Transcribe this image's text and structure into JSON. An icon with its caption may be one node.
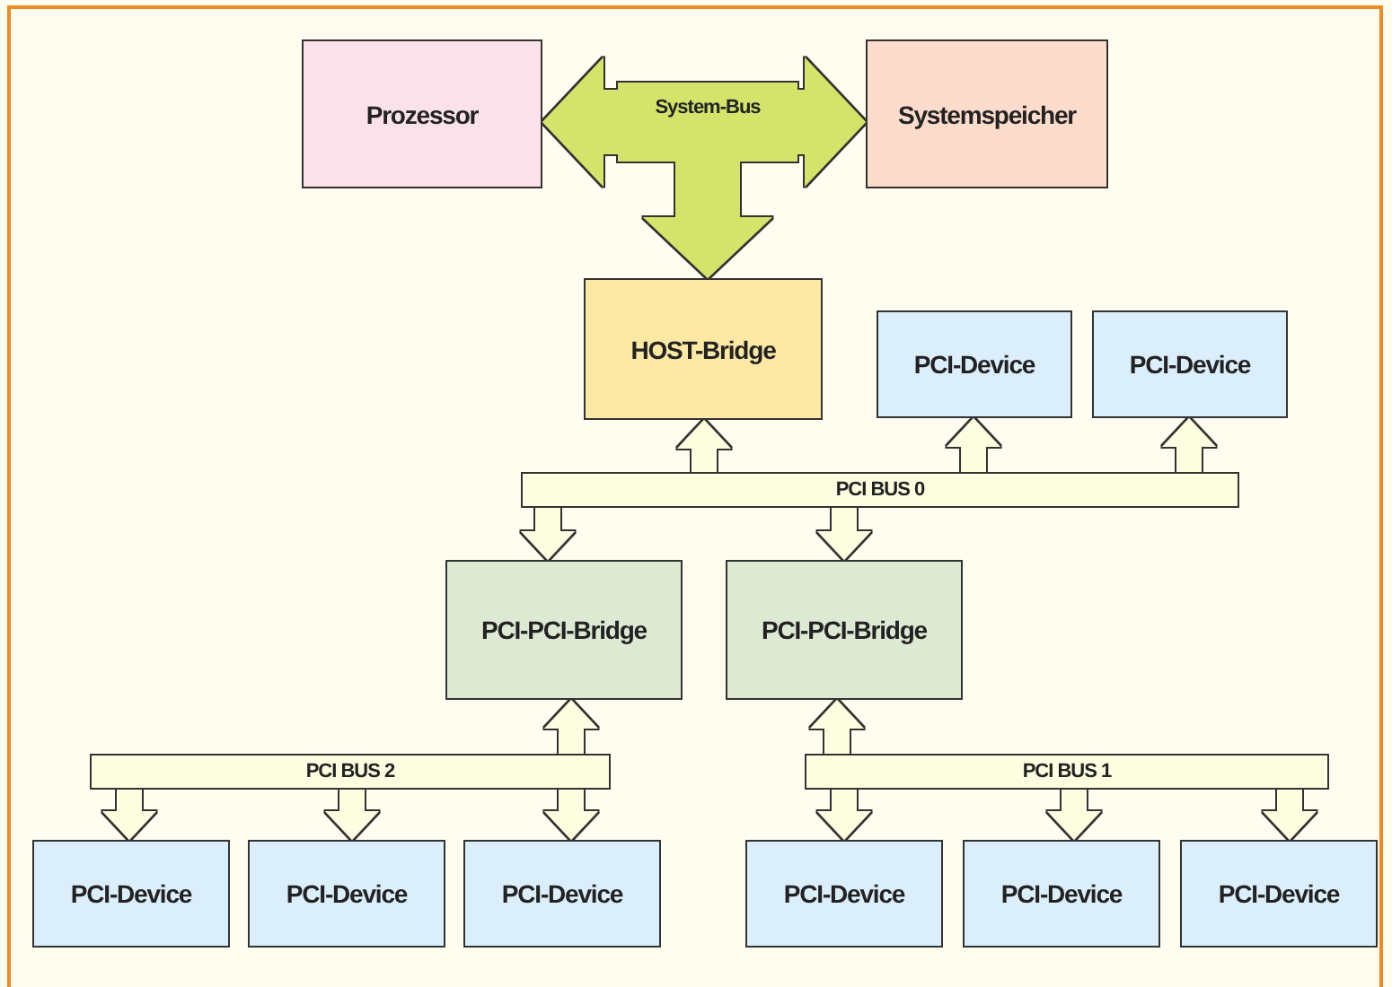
{
  "diagram": {
    "nodes": [
      {
        "text": [
          "Prozessor"
        ]
      },
      {
        "text": [
          "Systemspeicher"
        ]
      },
      {
        "text": [
          "System-Bus"
        ]
      },
      {
        "text": [
          "HOST-Bridge"
        ]
      },
      {
        "text": [
          "PCI-Device"
        ]
      },
      {
        "text": [
          "PCI-Device"
        ]
      },
      {
        "text": [
          "PCI BUS 0"
        ]
      },
      {
        "text": [
          "PCI-PCI-Bridge"
        ]
      },
      {
        "text": [
          "PCI-PCI-Bridge"
        ]
      },
      {
        "text": [
          "PCI BUS 2"
        ]
      },
      {
        "text": [
          "PCI BUS 1"
        ]
      },
      {
        "text": [
          "PCI-Device"
        ]
      },
      {
        "text": [
          "PCI-Device"
        ]
      },
      {
        "text": [
          "PCI-Device"
        ]
      },
      {
        "text": [
          "PCI-Device"
        ]
      },
      {
        "text": [
          "PCI-Device"
        ]
      },
      {
        "text": [
          "PCI-Device"
        ]
      }
    ],
    "edges": [
      {
        "from": 2,
        "to": 0,
        "arrow": "to",
        "style": "thick",
        "color": "#d4e46a"
      },
      {
        "from": 2,
        "to": 1,
        "arrow": "to",
        "style": "thick",
        "color": "#d4e46a"
      },
      {
        "from": 2,
        "to": 3,
        "arrow": "to",
        "style": "thick",
        "color": "#d4e46a"
      },
      {
        "from": 6,
        "to": 3,
        "arrow": "to"
      },
      {
        "from": 6,
        "to": 4,
        "arrow": "to"
      },
      {
        "from": 6,
        "to": 5,
        "arrow": "to"
      },
      {
        "from": 6,
        "to": 7,
        "arrow": "to"
      },
      {
        "from": 6,
        "to": 8,
        "arrow": "to"
      },
      {
        "from": 9,
        "to": 7,
        "arrow": "to"
      },
      {
        "from": 9,
        "to": 11,
        "arrow": "to"
      },
      {
        "from": 9,
        "to": 12,
        "arrow": "to"
      },
      {
        "from": 9,
        "to": 13,
        "arrow": "to"
      },
      {
        "from": 10,
        "to": 8,
        "arrow": "to"
      },
      {
        "from": 10,
        "to": 14,
        "arrow": "to"
      },
      {
        "from": 10,
        "to": 15,
        "arrow": "to"
      },
      {
        "from": 10,
        "to": 16,
        "arrow": "to"
      }
    ]
  }
}
